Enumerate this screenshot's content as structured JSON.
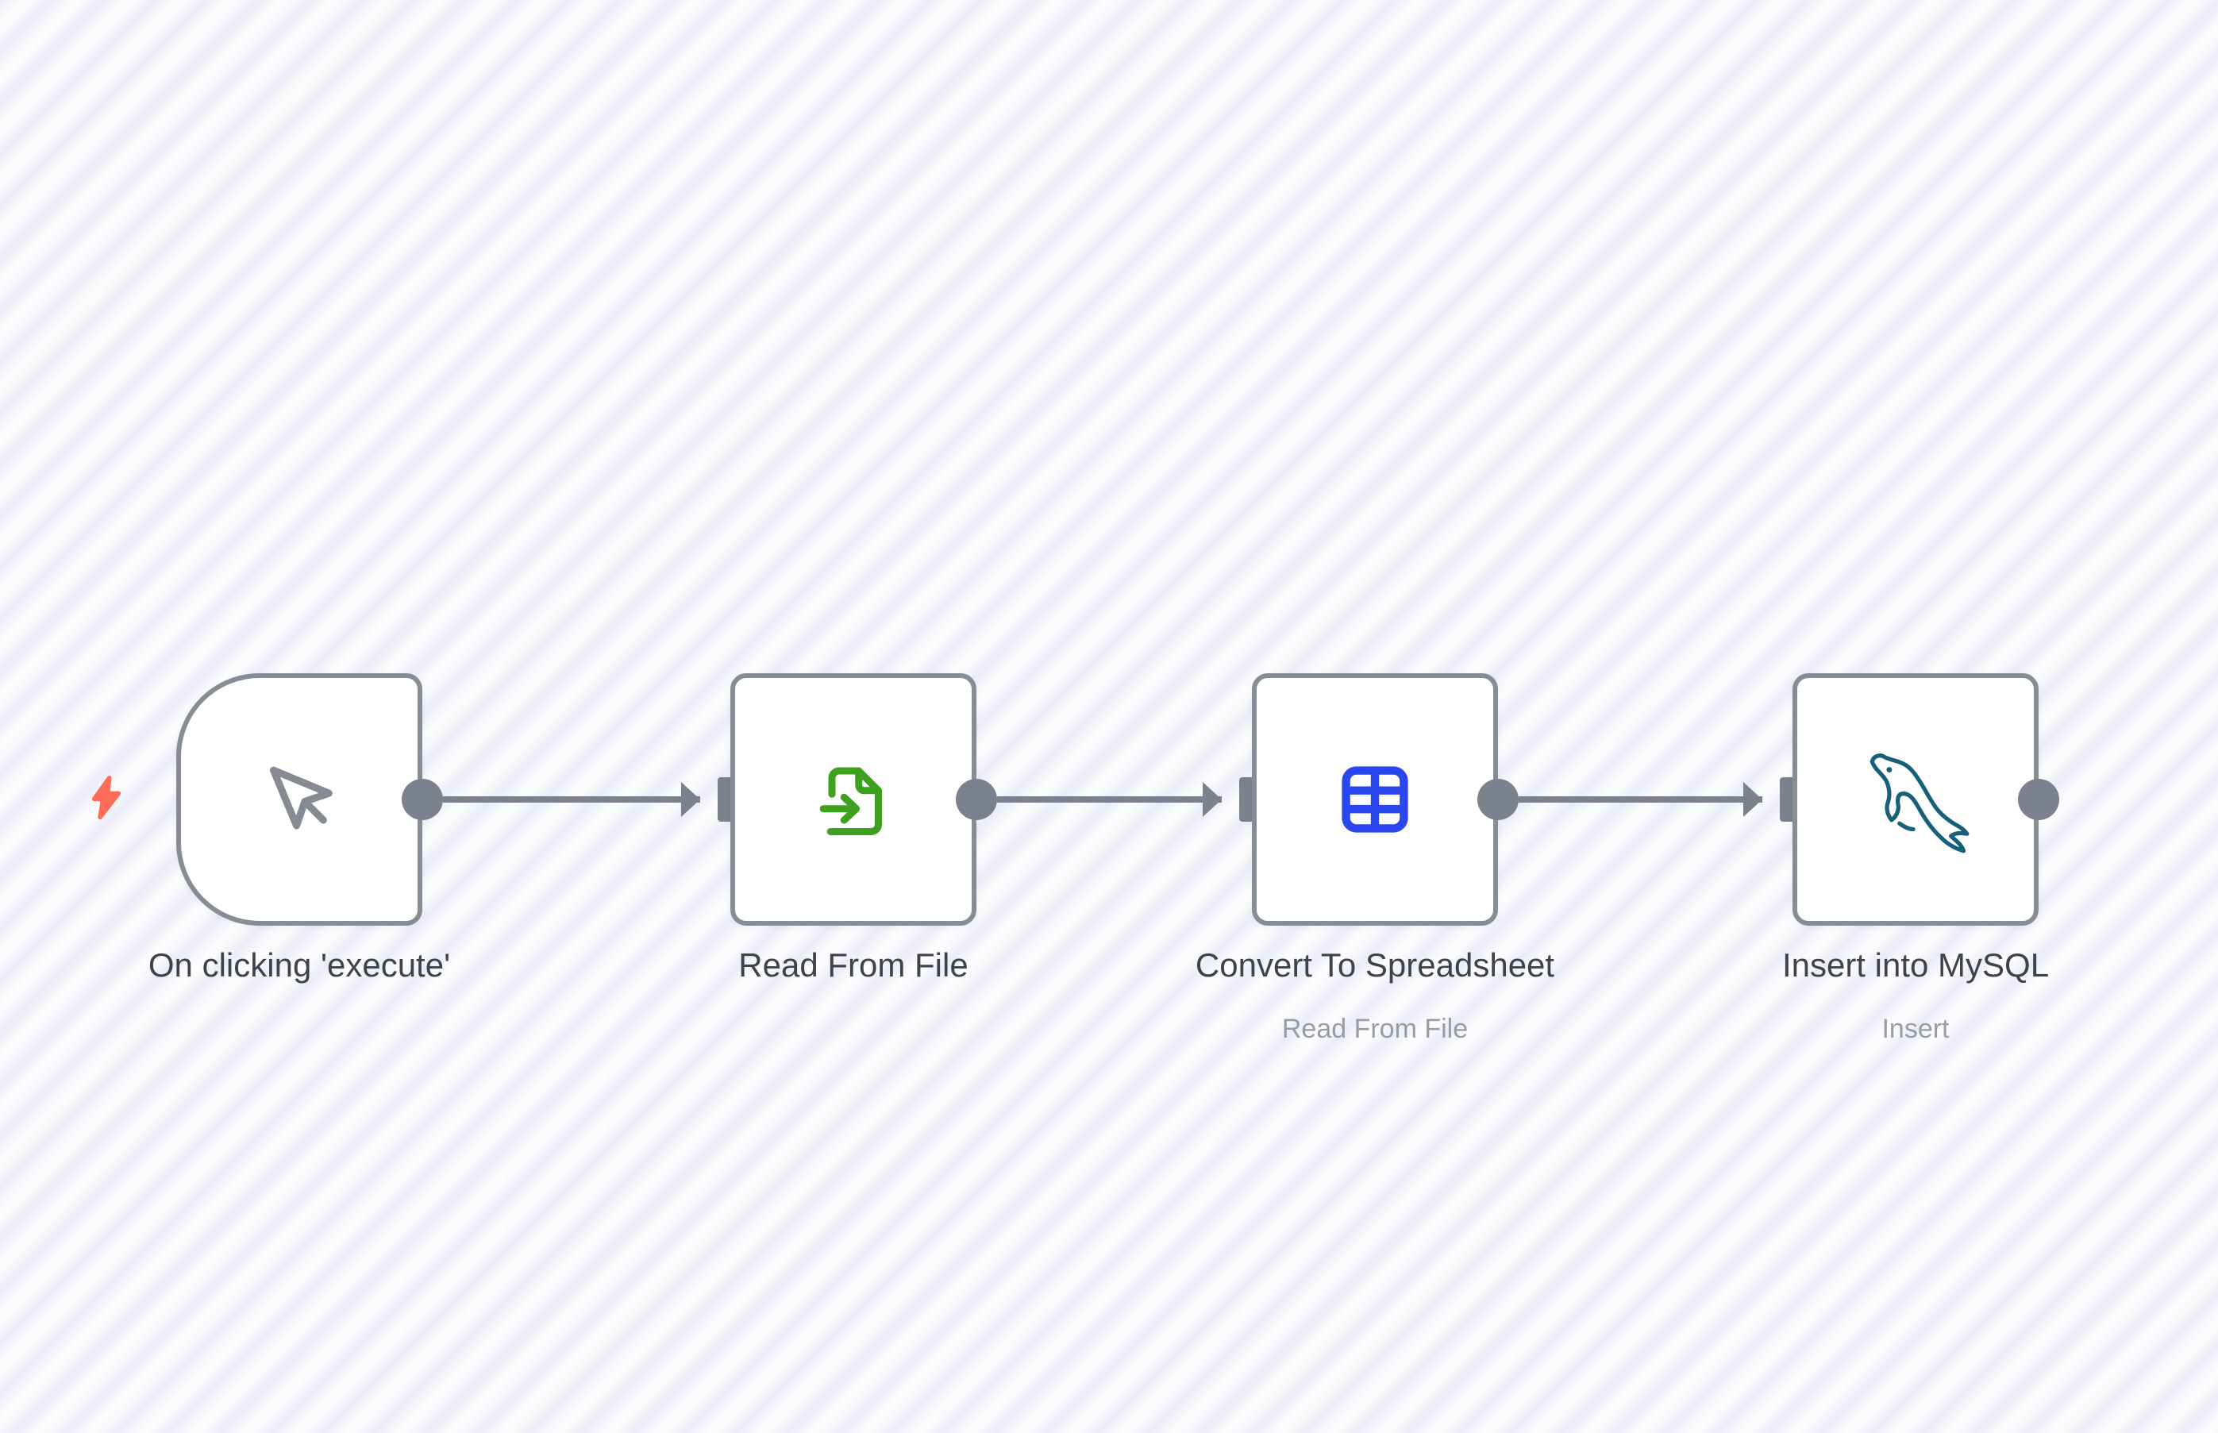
{
  "app": "workflow-canvas",
  "workflow": {
    "nodes": [
      {
        "name": "On clicking 'execute'",
        "subtitle": "",
        "icon": "mouse-pointer-icon",
        "kind": "trigger"
      },
      {
        "name": "Read From File",
        "subtitle": "",
        "icon": "file-import-icon",
        "kind": "regular"
      },
      {
        "name": "Convert To Spreadsheet",
        "subtitle": "Read From File",
        "icon": "spreadsheet-table-icon",
        "kind": "regular"
      },
      {
        "name": "Insert into MySQL",
        "subtitle": "Insert",
        "icon": "mysql-dolphin-icon",
        "kind": "regular"
      }
    ],
    "connections": [
      {
        "from": "On clicking 'execute'",
        "to": "Read From File"
      },
      {
        "from": "Read From File",
        "to": "Convert To Spreadsheet"
      },
      {
        "from": "Convert To Spreadsheet",
        "to": "Insert into MySQL"
      }
    ]
  },
  "colors": {
    "canvas_bg": "#fdfdfe",
    "canvas_stripe": "#ebecf6",
    "node_bg": "#ffffff",
    "node_border": "#878d97",
    "connector": "#7c828d",
    "label": "#3e434b",
    "sublabel": "#989da5",
    "bolt": "#ff6d5a",
    "icon_green": "#3da01e",
    "icon_blue": "#2a46ee",
    "icon_teal": "#16607a",
    "icon_gray": "#858a93"
  }
}
